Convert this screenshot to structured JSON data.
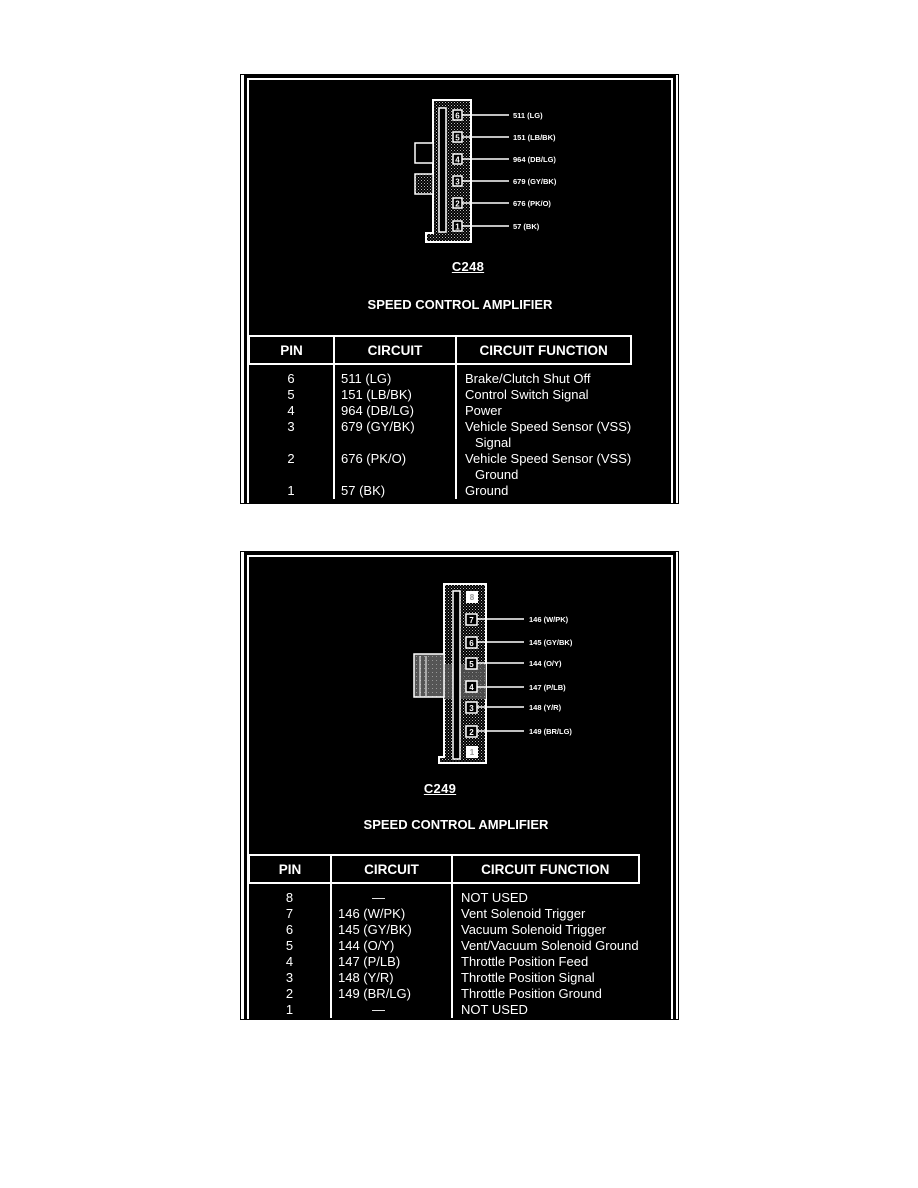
{
  "connectors": [
    {
      "id": "C248",
      "title": "SPEED CONTROL AMPLIFIER",
      "headers": {
        "pin": "PIN",
        "circuit": "CIRCUIT",
        "function": "CIRCUIT FUNCTION"
      },
      "diagram_labels": [
        "511 (LG)",
        "151 (LB/BK)",
        "964 (DB/LG)",
        "679 (GY/BK)",
        "676 (PK/O)",
        "57 (BK)"
      ],
      "diagram_pins": [
        "6",
        "5",
        "4",
        "3",
        "2",
        "1"
      ],
      "rows": [
        {
          "pin": "6",
          "circuit": "511 (LG)",
          "function": "Brake/Clutch Shut Off",
          "function_cont": ""
        },
        {
          "pin": "5",
          "circuit": "151 (LB/BK)",
          "function": "Control Switch Signal",
          "function_cont": ""
        },
        {
          "pin": "4",
          "circuit": "964 (DB/LG)",
          "function": "Power",
          "function_cont": ""
        },
        {
          "pin": "3",
          "circuit": "679 (GY/BK)",
          "function": "Vehicle Speed Sensor (VSS)",
          "function_cont": "Signal"
        },
        {
          "pin": "2",
          "circuit": "676 (PK/O)",
          "function": "Vehicle Speed Sensor (VSS)",
          "function_cont": "Ground"
        },
        {
          "pin": "1",
          "circuit": "57 (BK)",
          "function": "Ground",
          "function_cont": ""
        }
      ]
    },
    {
      "id": "C249",
      "title": "SPEED CONTROL AMPLIFIER",
      "headers": {
        "pin": "PIN",
        "circuit": "CIRCUIT",
        "function": "CIRCUIT FUNCTION"
      },
      "diagram_labels": [
        "146 (W/PK)",
        "145 (GY/BK)",
        "144 (O/Y)",
        "147 (P/LB)",
        "148 (Y/R)",
        "149 (BR/LG)"
      ],
      "diagram_pins": [
        "8",
        "7",
        "6",
        "5",
        "4",
        "3",
        "2",
        "1"
      ],
      "rows": [
        {
          "pin": "8",
          "circuit": "—",
          "function": "NOT USED"
        },
        {
          "pin": "7",
          "circuit": "146 (W/PK)",
          "function": "Vent Solenoid Trigger"
        },
        {
          "pin": "6",
          "circuit": "145 (GY/BK)",
          "function": "Vacuum Solenoid Trigger"
        },
        {
          "pin": "5",
          "circuit": "144 (O/Y)",
          "function": "Vent/Vacuum Solenoid Ground"
        },
        {
          "pin": "4",
          "circuit": "147 (P/LB)",
          "function": "Throttle Position Feed"
        },
        {
          "pin": "3",
          "circuit": "148 (Y/R)",
          "function": "Throttle Position Signal"
        },
        {
          "pin": "2",
          "circuit": "149 (BR/LG)",
          "function": "Throttle Position Ground"
        },
        {
          "pin": "1",
          "circuit": "—",
          "function": "NOT USED"
        }
      ]
    }
  ]
}
